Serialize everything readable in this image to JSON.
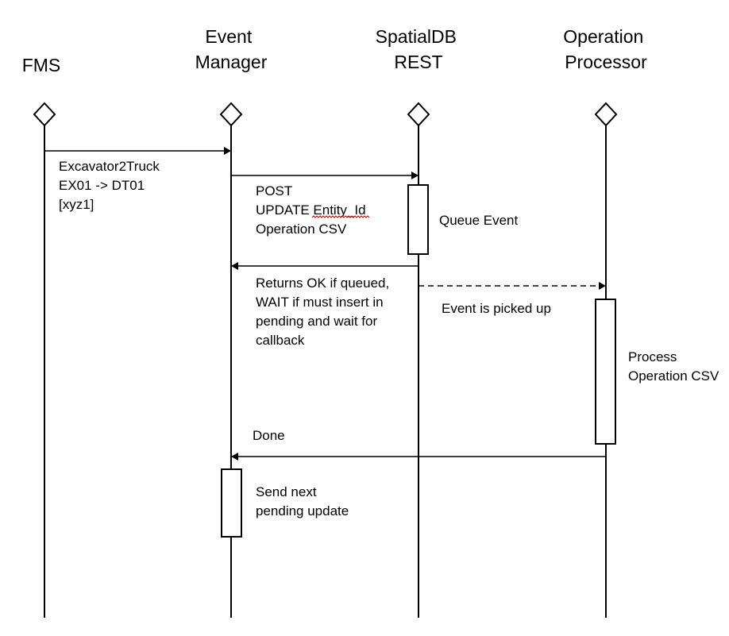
{
  "participants": [
    {
      "id": "fms",
      "lines": [
        "FMS"
      ]
    },
    {
      "id": "event-manager",
      "lines": [
        "Event",
        "Manager"
      ]
    },
    {
      "id": "spatialdb-rest",
      "lines": [
        "SpatialDB",
        "REST"
      ]
    },
    {
      "id": "operation-processor",
      "lines": [
        "Operation",
        "Processor"
      ]
    }
  ],
  "messages": [
    {
      "id": "excavator2truck",
      "from": "fms",
      "to": "event-manager",
      "style": "solid",
      "label": [
        "Excavator2Truck",
        "EX01 -> DT01",
        "[xyz1]"
      ]
    },
    {
      "id": "post-update",
      "from": "event-manager",
      "to": "spatialdb-rest",
      "style": "solid",
      "label": [
        "POST",
        "UPDATE Entity_Id",
        "Operation CSV"
      ]
    },
    {
      "id": "returns-ok",
      "from": "spatialdb-rest",
      "to": "event-manager",
      "style": "solid",
      "label": [
        "Returns OK if queued,",
        "WAIT if must insert in",
        "pending and wait for",
        "callback"
      ]
    },
    {
      "id": "event-picked-up",
      "from": "spatialdb-rest",
      "to": "operation-processor",
      "style": "dashed",
      "label": [
        "Event is picked up"
      ]
    },
    {
      "id": "done",
      "from": "operation-processor",
      "to": "event-manager",
      "style": "solid",
      "label": [
        "Done"
      ]
    }
  ],
  "activations": [
    {
      "id": "queue-event",
      "participant": "spatialdb-rest",
      "label": [
        "Queue Event"
      ]
    },
    {
      "id": "process-operation-csv",
      "participant": "operation-processor",
      "label": [
        "Process",
        "Operation CSV"
      ]
    },
    {
      "id": "send-next-pending",
      "participant": "event-manager",
      "label": [
        "Send next",
        "pending update"
      ]
    }
  ],
  "spellcheck_flag": {
    "message": "post-update",
    "word": "Entity_Id",
    "color": "#c00000"
  }
}
